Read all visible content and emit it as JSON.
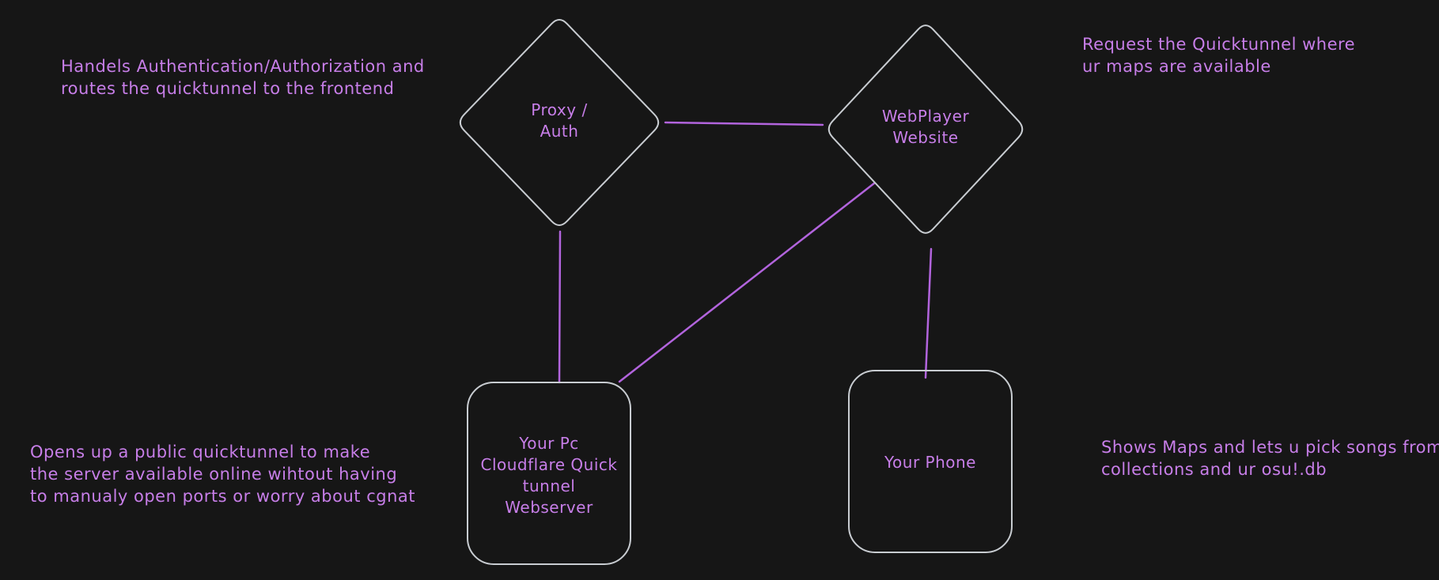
{
  "canvas": {
    "background_color": "#161616",
    "shape_stroke_color": "#c8ccd1",
    "text_color": "#c77ee8",
    "connector_color": "#b264dd"
  },
  "nodes": {
    "proxy": {
      "line1": "Proxy /",
      "line2": "Auth"
    },
    "webplayer": {
      "line1": "WebPlayer",
      "line2": "Website"
    },
    "pc": {
      "line1": "Your Pc",
      "line2": "Cloudflare Quick",
      "line3": "tunnel",
      "line4": "Webserver"
    },
    "phone": {
      "line1": "Your Phone"
    }
  },
  "annotations": {
    "top_left": {
      "line1": "Handels Authentication/Authorization and",
      "line2": "routes the quicktunnel to the frontend"
    },
    "top_right": {
      "line1": "Request the Quicktunnel where",
      "line2": "ur maps are available"
    },
    "bottom_left": {
      "line1": "Opens up a public quicktunnel to make",
      "line2": "the server available online wihtout having",
      "line3": "to manualy open ports or worry about cgnat"
    },
    "bottom_right": {
      "line1": "Shows Maps and lets u pick songs from",
      "line2": "collections and ur osu!.db"
    }
  }
}
